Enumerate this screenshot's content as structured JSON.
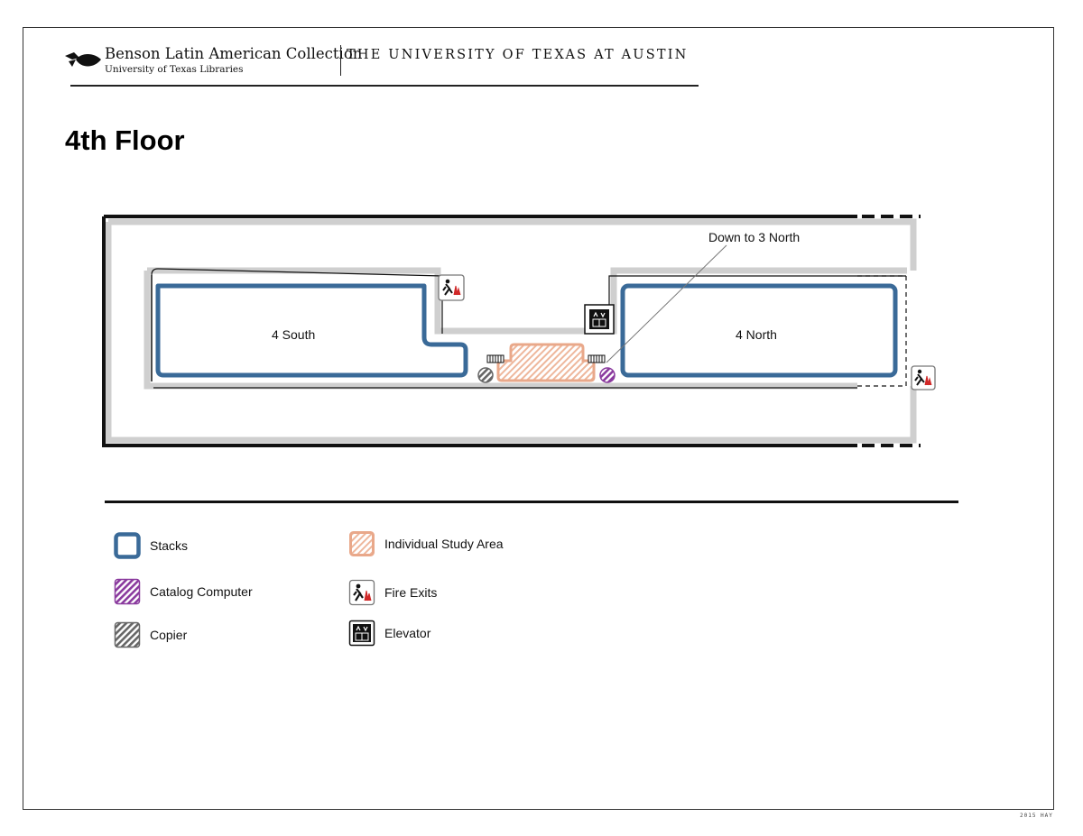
{
  "header": {
    "collection_name": "Benson Latin American Collection",
    "collection_sub": "University of Texas Libraries",
    "university": "THE UNIVERSITY OF TEXAS AT AUSTIN"
  },
  "title": "4th Floor",
  "map": {
    "labels": {
      "south": "4 South",
      "north": "4 North",
      "down_note": "Down to 3 North"
    },
    "colors": {
      "stacks": "#3a6a98",
      "study_area": "#e9a88a",
      "catalog": "#8a3a9e",
      "copier": "#6a6a6a",
      "walls": "#111111",
      "inner_wall": "#c8c8c8"
    }
  },
  "legend": {
    "stacks": "Stacks",
    "catalog_computer": "Catalog Computer",
    "copier": "Copier",
    "study_area": "Individual Study Area",
    "fire_exits": "Fire Exits",
    "elevator": "Elevator"
  },
  "credit": "2015 HAY"
}
